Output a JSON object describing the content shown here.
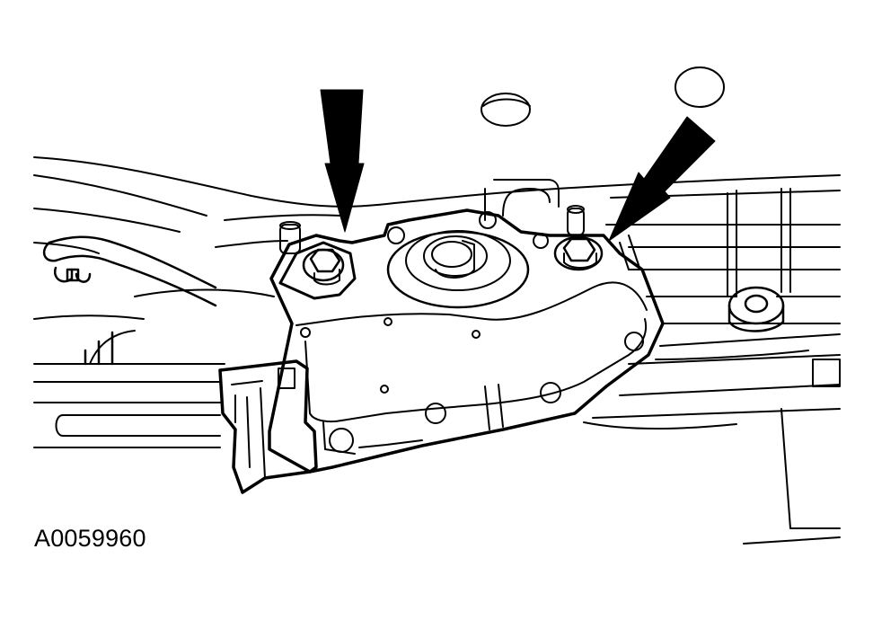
{
  "figure": {
    "figure_id": "A0059960"
  },
  "colors": {
    "ink": "#000000",
    "paper": "#ffffff"
  },
  "callouts": [
    {
      "name": "arrow-left-bolt",
      "points_to": "left-mounting-bolt"
    },
    {
      "name": "arrow-right-bolt",
      "points_to": "right-mounting-bolt"
    }
  ]
}
